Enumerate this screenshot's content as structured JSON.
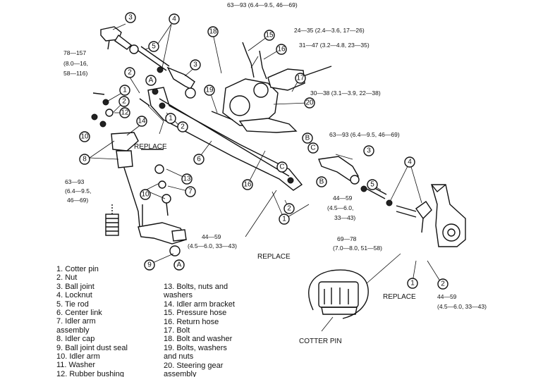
{
  "callouts": [
    {
      "id": "c3a",
      "text": "3"
    },
    {
      "id": "c4a",
      "text": "4"
    },
    {
      "id": "c5a",
      "text": "5"
    },
    {
      "id": "c3b",
      "text": "3"
    },
    {
      "id": "c1a",
      "text": "1"
    },
    {
      "id": "c2a",
      "text": "2"
    },
    {
      "id": "c12",
      "text": "12"
    },
    {
      "id": "c2b",
      "text": "2"
    },
    {
      "id": "c10a",
      "text": "10"
    },
    {
      "id": "c14",
      "text": "14"
    },
    {
      "id": "c1b",
      "text": "1"
    },
    {
      "id": "c2c",
      "text": "2"
    },
    {
      "id": "c8",
      "text": "8"
    },
    {
      "id": "c6",
      "text": "6"
    },
    {
      "id": "c18",
      "text": "18"
    },
    {
      "id": "c15",
      "text": "15"
    },
    {
      "id": "c16a",
      "text": "16"
    },
    {
      "id": "c17",
      "text": "17"
    },
    {
      "id": "c19",
      "text": "19"
    },
    {
      "id": "c20",
      "text": "20"
    },
    {
      "id": "c16b",
      "text": "16"
    },
    {
      "id": "c13",
      "text": "13"
    },
    {
      "id": "c7",
      "text": "7"
    },
    {
      "id": "c10b",
      "text": "10"
    },
    {
      "id": "c9",
      "text": "9"
    },
    {
      "id": "c2d",
      "text": "2"
    },
    {
      "id": "c1c",
      "text": "1"
    },
    {
      "id": "c3c",
      "text": "3"
    },
    {
      "id": "c4b",
      "text": "4"
    },
    {
      "id": "c5b",
      "text": "5"
    },
    {
      "id": "c1d",
      "text": "1"
    },
    {
      "id": "c2e",
      "text": "2"
    }
  ],
  "letter_markers": [
    {
      "id": "A1",
      "text": "A"
    },
    {
      "id": "B1",
      "text": "B"
    },
    {
      "id": "C1",
      "text": "C"
    },
    {
      "id": "C2",
      "text": "C"
    },
    {
      "id": "B2",
      "text": "B"
    },
    {
      "id": "A2",
      "text": "A"
    }
  ],
  "torque_specs": {
    "t1": "63—93 (6.4—9.5, 46—69)",
    "t2": "24—35 (2.4—3.6, 17—26)",
    "t3": "31—47 (3.2—4.8, 23—35)",
    "t4": "30—38 (3.1—3.9, 22—38)",
    "t5": "63—93 (6.4—9.5, 46—69)",
    "t6_l1": "78—157",
    "t6_l2": "(8.0—16,",
    "t6_l3": "58—116)",
    "t7_l1": "63—93",
    "t7_l2": "(6.4—9.5,",
    "t7_l3": "46—69)",
    "t8_l1": "44—59",
    "t8_l2": "(4.5—6.0,",
    "t8_l3": "33—43)",
    "t9_l1": "44—59",
    "t9_l2": "(4.5—6.0, 33—43)",
    "t10_l1": "69—78",
    "t10_l2": "(7.0—8.0, 51—58)",
    "t11_l1": "44—59",
    "t11_l2": "(4.5—6.0, 33—43)"
  },
  "replace_labels": {
    "r1": "REPLACE",
    "r2": "REPLACE",
    "r3": "REPLACE"
  },
  "cotter_pin_label": "COTTER PIN",
  "legend_left": [
    "1. Cotter pin",
    "2. Nut",
    "3. Ball joint",
    "4. Locknut",
    "5. Tie rod",
    "6. Center link",
    "7. Idler arm",
    "assembly",
    "8. Idler cap",
    "9. Ball joint dust seal",
    "10. Idler arm",
    "11. Washer",
    "12. Rubber bushing"
  ],
  "legend_right": [
    "13. Bolts, nuts and",
    "washers",
    "14. Idler arm bracket",
    "15. Pressure hose",
    "16. Return hose",
    "17. Bolt",
    "18. Bolt and washer",
    "19. Bolts, washers",
    "and nuts",
    "20. Steering gear",
    "assembly"
  ]
}
